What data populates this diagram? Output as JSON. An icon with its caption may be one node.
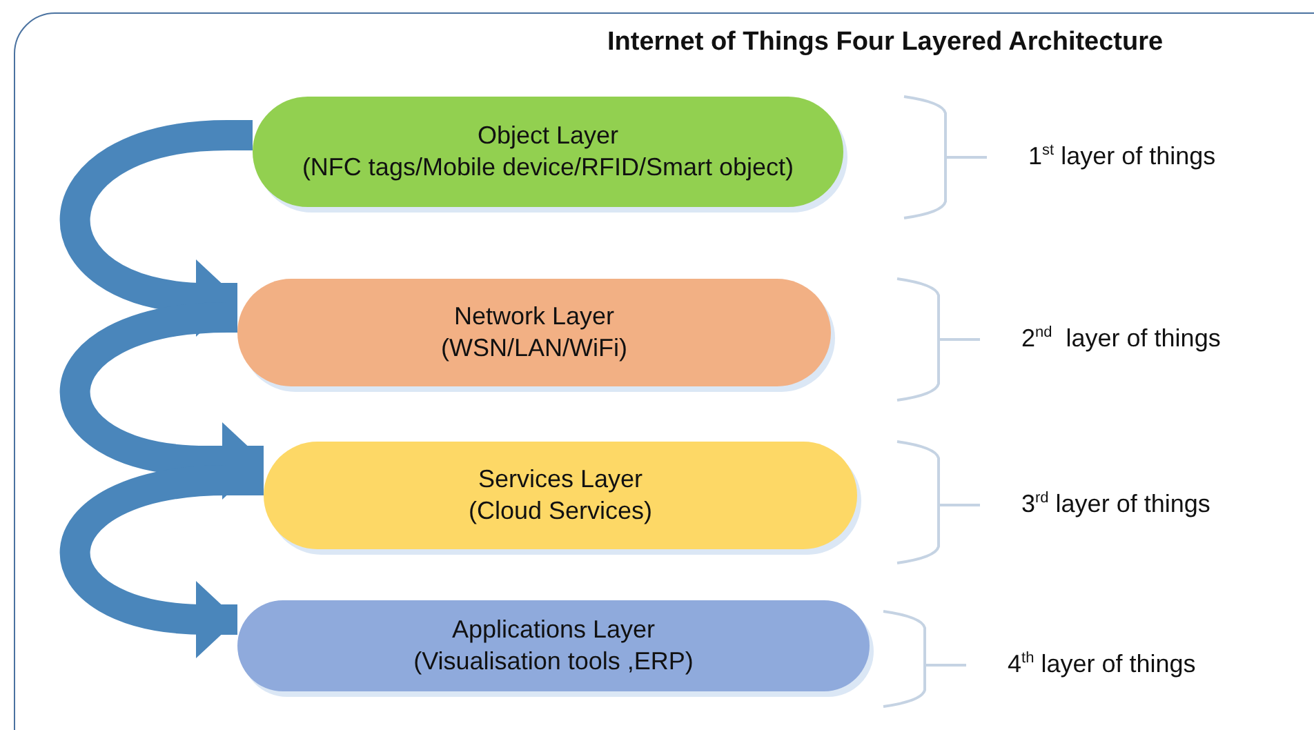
{
  "diagram": {
    "title": "Internet of Things Four Layered Architecture",
    "nodes": [
      {
        "text": [
          "Object Layer",
          "(NFC tags/Mobile device/RFID/Smart object)"
        ]
      },
      {
        "text": [
          "Network Layer",
          "(WSN/LAN/WiFi)"
        ]
      },
      {
        "text": [
          "Services Layer",
          "(Cloud Services)"
        ]
      },
      {
        "text": [
          "Applications Layer",
          "(Visualisation tools ,ERP)"
        ]
      }
    ],
    "edges": [
      {
        "from": 0,
        "to": 1,
        "arrow": "to"
      },
      {
        "from": 1,
        "to": 2,
        "arrow": "to"
      },
      {
        "from": 2,
        "to": 3,
        "arrow": "to"
      }
    ],
    "labels": [
      "1$^{st}$ layer of things",
      "2$^{nd}$  layer of things",
      "3$^{rd}$ layer of things",
      "4$^{th}$ layer of things"
    ]
  }
}
